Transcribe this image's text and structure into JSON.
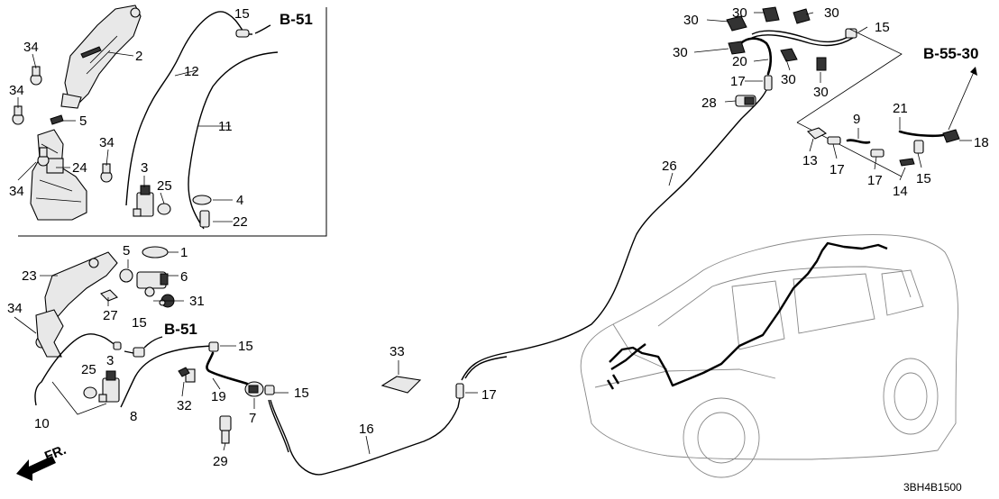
{
  "labels": {
    "l1": "1",
    "l2": "2",
    "l3a": "3",
    "l3b": "3",
    "l4": "4",
    "l5a": "5",
    "l5b": "5",
    "l6": "6",
    "l7": "7",
    "l8": "8",
    "l9": "9",
    "l10": "10",
    "l11": "11",
    "l12": "12",
    "l13": "13",
    "l14": "14",
    "l15a": "15",
    "l15b": "15",
    "l15c": "15",
    "l15d": "15",
    "l15e": "15",
    "l15f": "15",
    "l16": "16",
    "l17a": "17",
    "l17b": "17",
    "l17c": "17",
    "l17d": "17",
    "l18": "18",
    "l19": "19",
    "l20": "20",
    "l21": "21",
    "l22": "22",
    "l23": "23",
    "l24": "24",
    "l25a": "25",
    "l25b": "25",
    "l26": "26",
    "l27": "27",
    "l28": "28",
    "l29": "29",
    "l30a": "30",
    "l30b": "30",
    "l30c": "30",
    "l30d": "30",
    "l30e": "30",
    "l30f": "30",
    "l31": "31",
    "l32": "32",
    "l33": "33",
    "l34a": "34",
    "l34b": "34",
    "l34c": "34",
    "l34d": "34",
    "l34e": "34"
  },
  "refs": {
    "b51_top": "B-51",
    "b51_mid": "B-51",
    "b5530": "B-55-30"
  },
  "direction": "FR.",
  "diagram_code": "3BH4B1500"
}
